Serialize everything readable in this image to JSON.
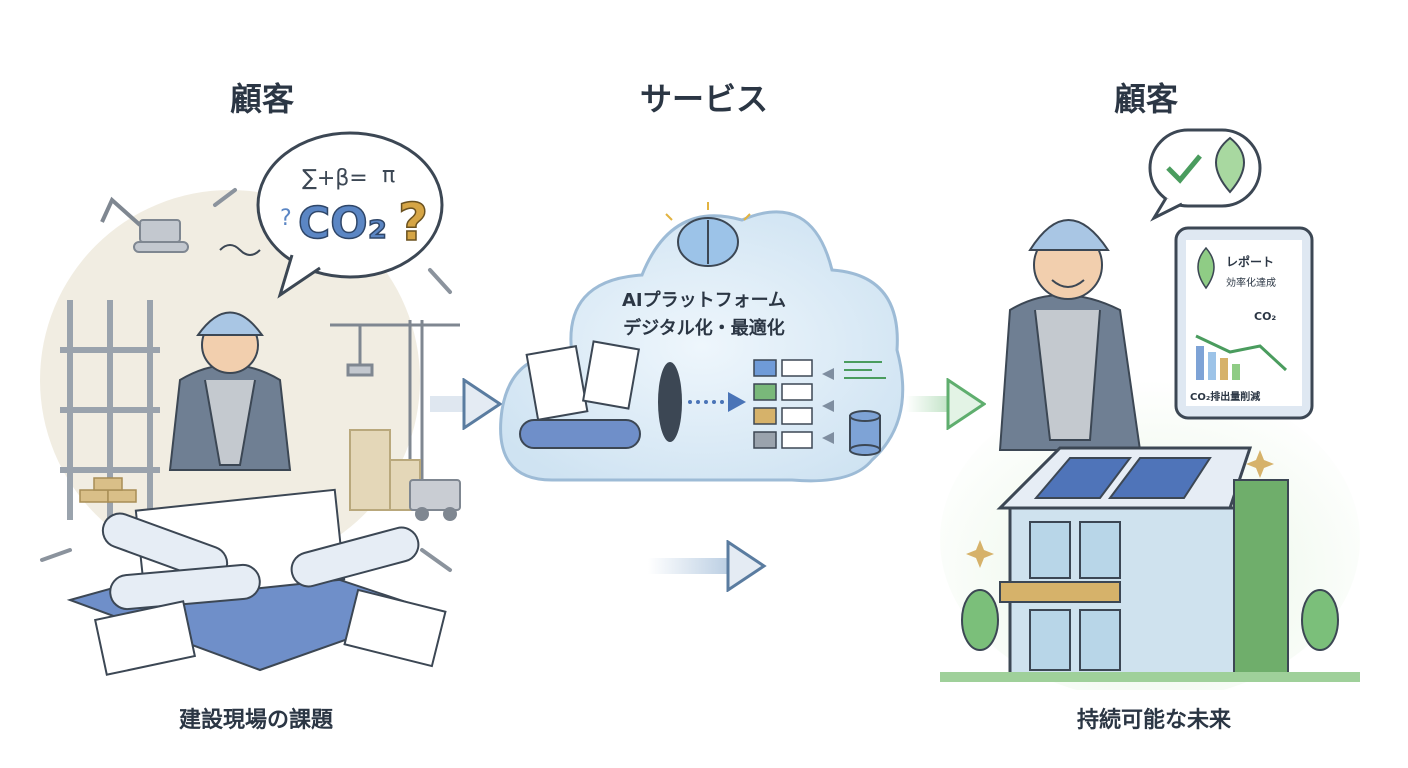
{
  "left": {
    "title": "顧客",
    "caption": "建設現場の課題",
    "thought": {
      "formula": "∑+β=",
      "pi": "π",
      "co2": "CO₂"
    }
  },
  "center": {
    "title": "サービス",
    "cloud_line1": "AIプラットフォーム",
    "cloud_line2": "デジタル化・最適化"
  },
  "right": {
    "title": "顧客",
    "caption": "持続可能な未来",
    "tablet": {
      "heading": "レポート",
      "subheading": "効率化達成",
      "co2": "CO₂",
      "footer": "CO₂排出量削減"
    }
  },
  "colors": {
    "arrow_blue": "#5a7ca0",
    "arrow_green": "#5fae6e",
    "cloud": "#dcecf7",
    "accent": "#c9a24b"
  }
}
